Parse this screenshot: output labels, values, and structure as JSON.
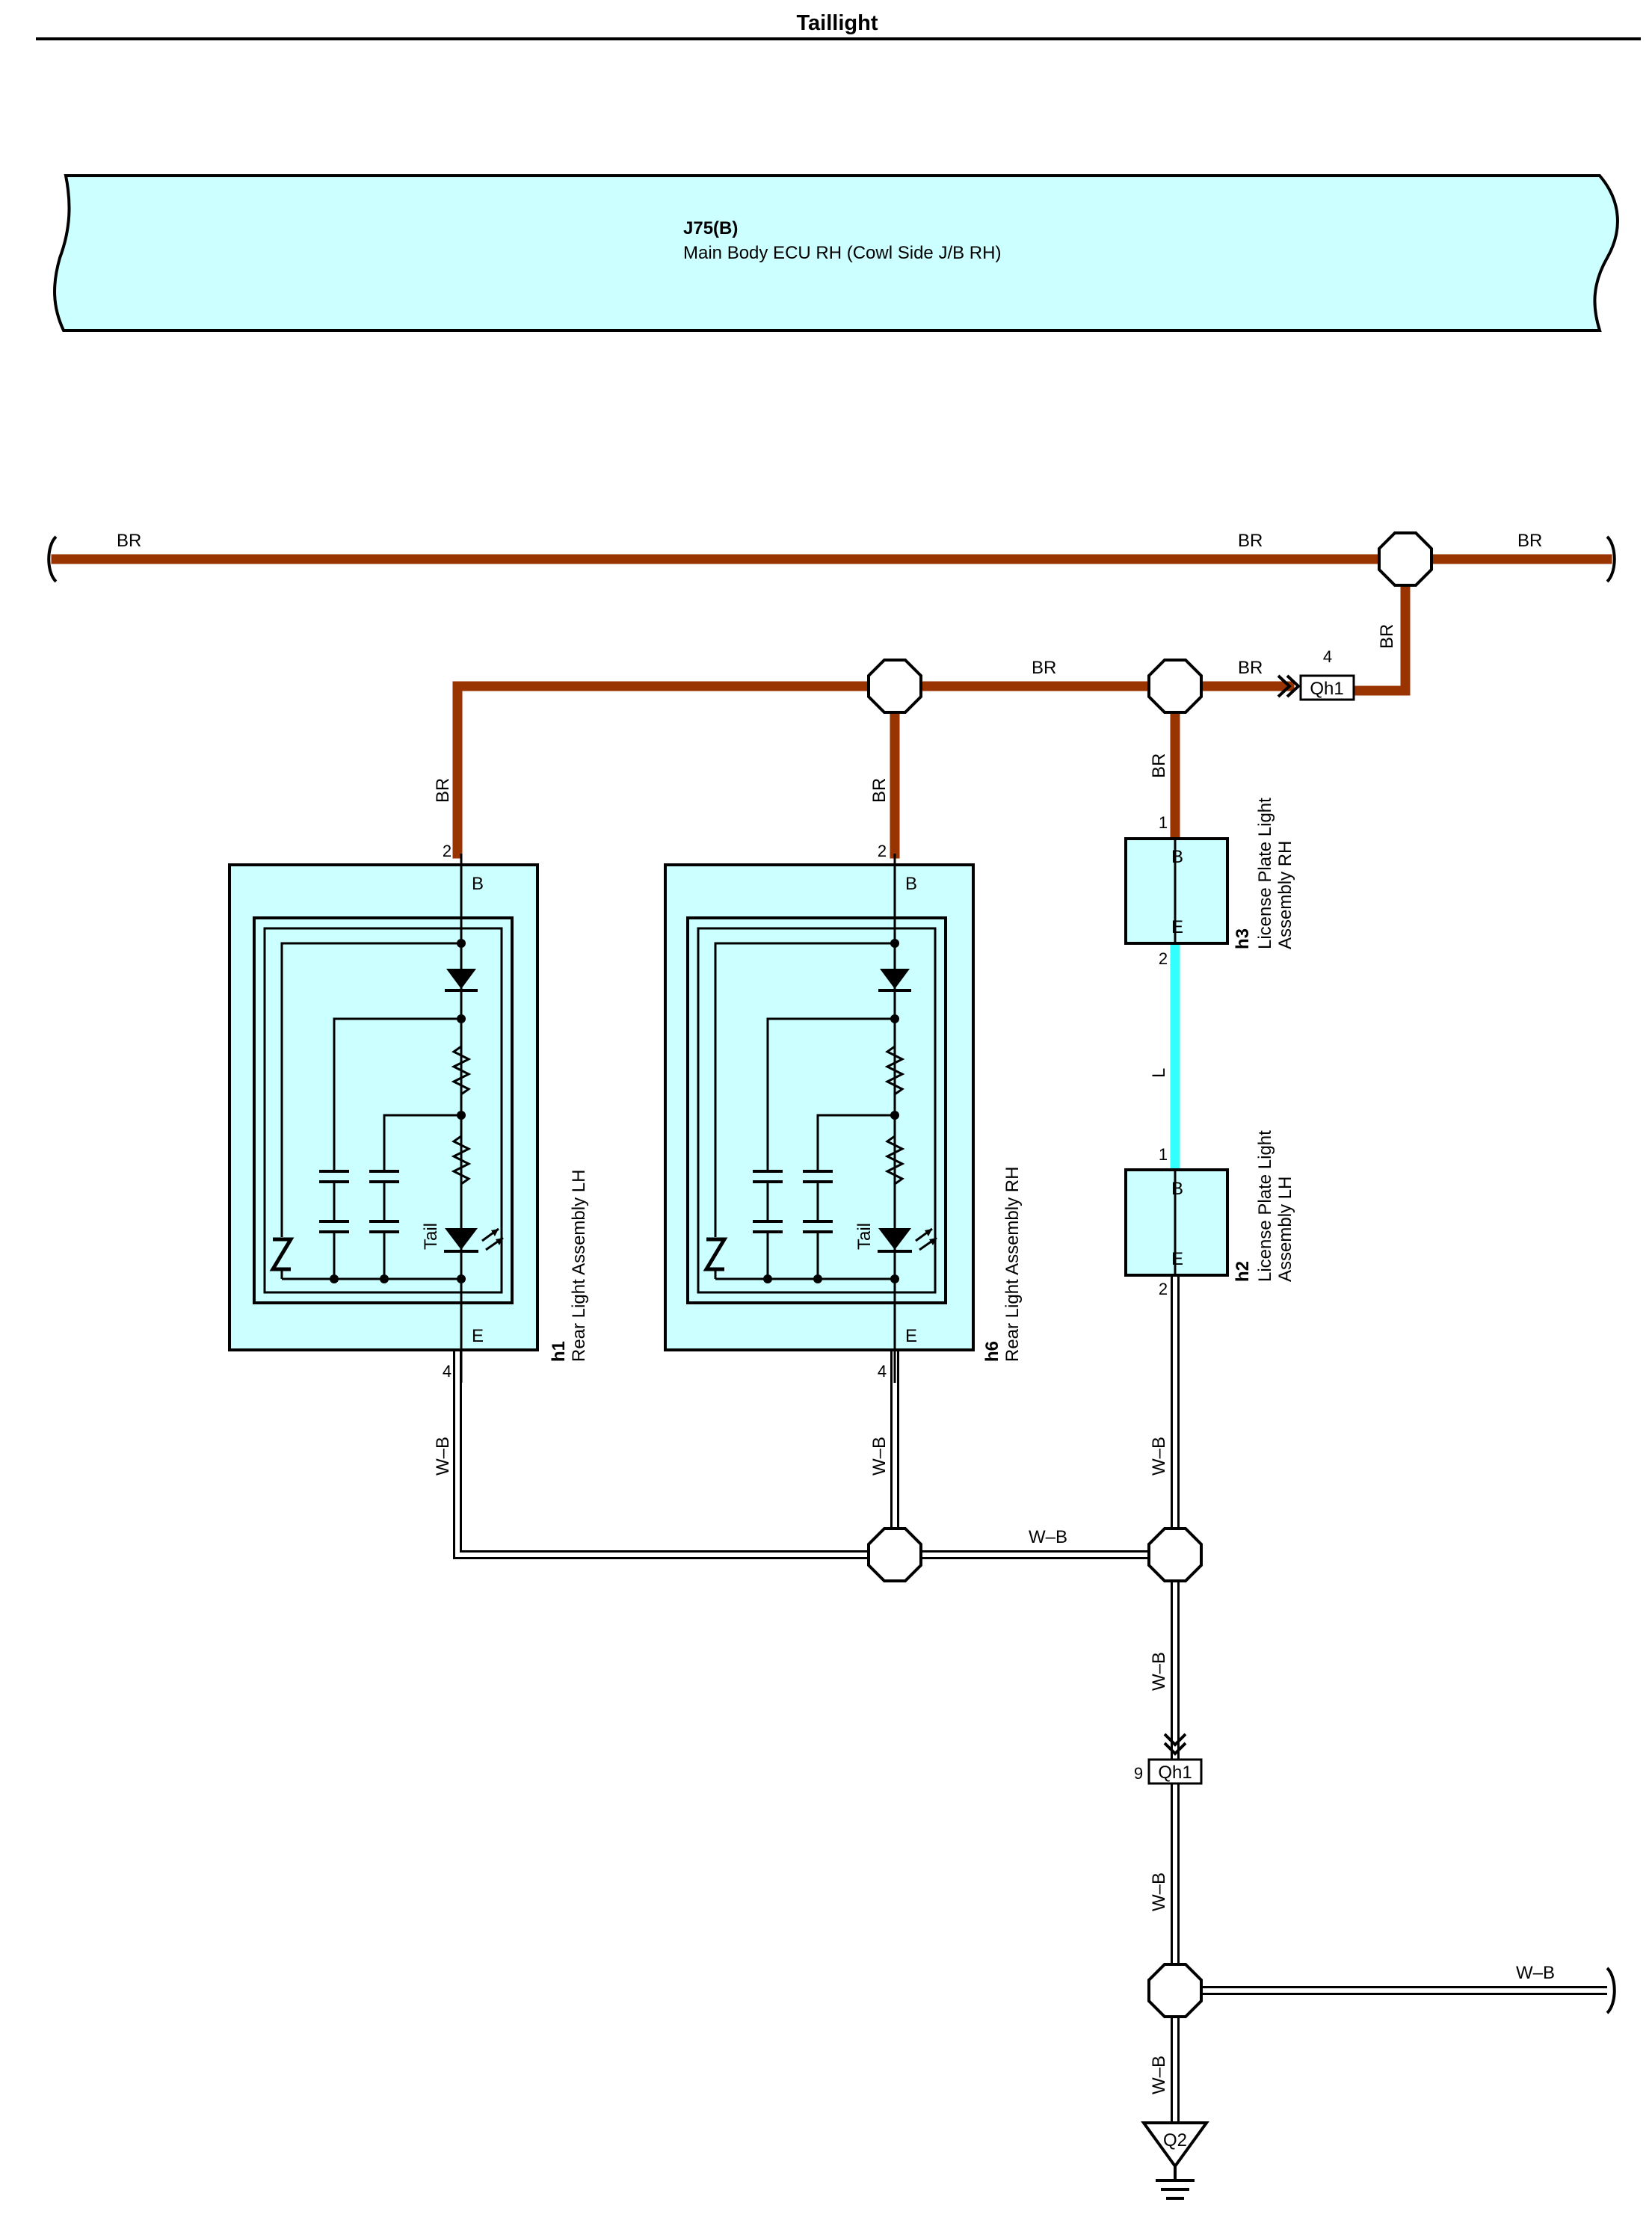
{
  "title": "Taillight",
  "ecu": {
    "id": "J75(B)",
    "name": "Main Body ECU RH (Cowl Side J/B RH)"
  },
  "wire_colors": {
    "BR": "#993300",
    "L": "#33ffff",
    "W-B": "#000000",
    "box_fill": "#ccffff"
  },
  "wire_labels": {
    "br_top_left": "BR",
    "br_top_mid": "BR",
    "br_top_right": "BR",
    "br_drop_right": "BR",
    "br_branch_mid": "BR",
    "br_branch_right": "BR",
    "br_h1": "BR",
    "br_h6": "BR",
    "br_h3": "BR",
    "l_h3_h2": "L",
    "wb_h1": "W–B",
    "wb_h6": "W–B",
    "wb_h2": "W–B",
    "wb_horiz": "W–B",
    "wb_to_qh1": "W–B",
    "wb_after_qh1": "W–B",
    "wb_right": "W–B",
    "wb_ground": "W–B"
  },
  "connectors": {
    "qh1_top": {
      "label": "Qh1",
      "pin": "4"
    },
    "qh1_bottom": {
      "label": "Qh1",
      "pin": "9"
    }
  },
  "ground": {
    "label": "Q2"
  },
  "components": {
    "h1": {
      "id": "h1",
      "name": "Rear Light Assembly LH",
      "pin_b": "2",
      "pin_e": "4",
      "term_b": "B",
      "term_e": "E",
      "tail_label": "Tail"
    },
    "h6": {
      "id": "h6",
      "name": "Rear Light Assembly RH",
      "pin_b": "2",
      "pin_e": "4",
      "term_b": "B",
      "term_e": "E",
      "tail_label": "Tail"
    },
    "h3": {
      "id": "h3",
      "name_line1": "License Plate Light",
      "name_line2": "Assembly RH",
      "pin_b": "1",
      "pin_e": "2",
      "term_b": "B",
      "term_e": "E"
    },
    "h2": {
      "id": "h2",
      "name_line1": "License Plate Light",
      "name_line2": "Assembly LH",
      "pin_b": "1",
      "pin_e": "2",
      "term_b": "B",
      "term_e": "E"
    }
  }
}
